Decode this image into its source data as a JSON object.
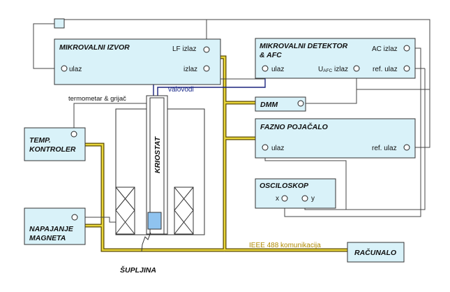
{
  "blocks": {
    "mw_source": {
      "title": "MIKROVALNI IZVOR",
      "port_lf": "LF izlaz",
      "port_out": "izlaz",
      "port_in": "ulaz"
    },
    "mw_detector": {
      "title_line1": "MIKROVALNI DETEKTOR",
      "title_line2": "& AFC",
      "port_in": "ulaz",
      "port_ac": "AC izlaz",
      "port_afc_main": "U",
      "port_afc_sub": "AFC",
      "port_afc_rest": " izlaz",
      "port_ref": "ref. ulaz"
    },
    "dmm": {
      "title": "DMM"
    },
    "lockin": {
      "title": "FAZNO POJAČALO",
      "port_in": "ulaz",
      "port_ref": "ref. ulaz"
    },
    "osc": {
      "title": "OSCILOSKOP",
      "port_x": "x",
      "port_y": "y"
    },
    "temp": {
      "title_line1": "TEMP.",
      "title_line2": "KONTROLER"
    },
    "magnet": {
      "title_line1": "NAPAJANJE",
      "title_line2": "MAGNETA"
    },
    "pc": {
      "title": "RAČUNALO"
    }
  },
  "labels": {
    "thermo": "termometar & grijač",
    "waveguides": "valovodi",
    "cryostat": "KRIOSTAT",
    "cavity": "ŠUPLJINA",
    "bus": "IEEE 488 komunikacija"
  },
  "colors": {
    "box_fill": "#d9f2f9",
    "bus_outer": "#5a4a00",
    "bus_inner": "#e8d53a",
    "waveguide": "#1a237e",
    "cavity_fill": "#8fc3ef"
  }
}
